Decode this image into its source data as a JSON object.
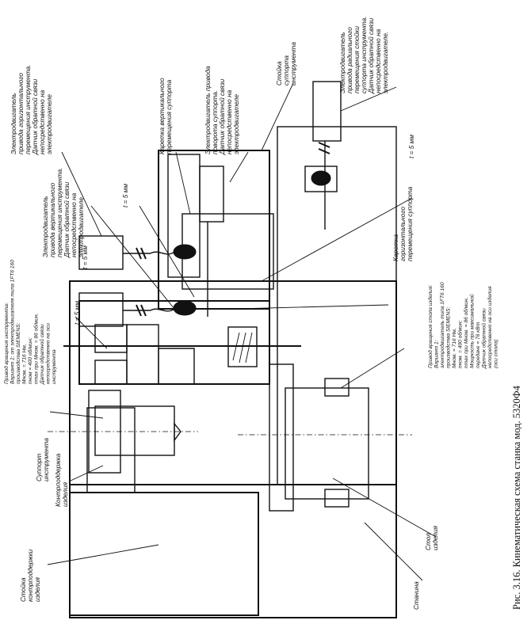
{
  "caption": "Рис. 3.16. Кинематическая схема станка мод. 5320Ф4",
  "labels": {
    "motor_tool_support": [
      "Электродвигатель",
      "привода горизонтального",
      "перемещения инструмента.",
      "Датчик обратной связи",
      "непосредственно на",
      "электродвигателе"
    ],
    "carriage_vertical": [
      "Каретка вертикального",
      "перемещения суппорта"
    ],
    "motor_rotation": [
      "Электродвигатель привода",
      "поворота суппорта.",
      "Датчик обратной связи",
      "непосредственно на",
      "электродвигателе"
    ],
    "tool_support_post": [
      "Стойка",
      "суппорта",
      "инструмента"
    ],
    "motor_radial": [
      "Электродвигатель",
      "привода радиального",
      "перемещения стойки",
      "суппорта инструмента.",
      "Датчик обратной связи",
      "непосредственно на",
      "электродвигателе."
    ],
    "motor_tool_feed": [
      "Электродвигатель",
      "привода вертикального",
      "перемещения инструмента.",
      "Датчик обратной связи",
      "непосредственно на",
      "электродвигателе"
    ],
    "carriage_horizontal": [
      "Каретка",
      "горизонтального",
      "перемещения суппорта"
    ],
    "tool_drive": [
      "Привод вращения инструмента:",
      "Вариант 1: от электродвигателя типа 1FT6 160",
      "производства SIEMENS:",
      "Мном. = 716 Нм,",
      "nном = 400 об/мин;",
      "nmax при Мном. = 86 об/мин,",
      "Датчик обратной связи",
      "непосредственно на оси",
      "инструмента"
    ],
    "workpiece_drive": [
      "Привод вращения стола изделия:",
      "Вариант 1:",
      "электродвигатель типа 1FT6 160",
      "производства SIEMENS:",
      "Мном. = 716 Нм,",
      "nном. = 400 об/мин;",
      "nmax при Мном. = 86 об/мин,",
      "Мощность при максимальной",
      "передаче = 76 кВт",
      "Датчик обратной связи",
      "непосредственно на оси изделия",
      "(оси стола)"
    ],
    "tool_support": [
      "Суппорт",
      "инструмента"
    ],
    "tailstock": [
      "Контрподдержка",
      "изделия"
    ],
    "tailstock_post": [
      "Стойка",
      "контрподдержки",
      "изделия"
    ],
    "workpiece_table": [
      "Стол",
      "изделия"
    ],
    "bed": [
      "Станина"
    ]
  },
  "tolerances": {
    "t_vertical": "t = 5 мм",
    "t_horizontal": "t = 5 мм",
    "t_rotation": "t = 5 мм",
    "t_radial": "t = 5 мм"
  }
}
